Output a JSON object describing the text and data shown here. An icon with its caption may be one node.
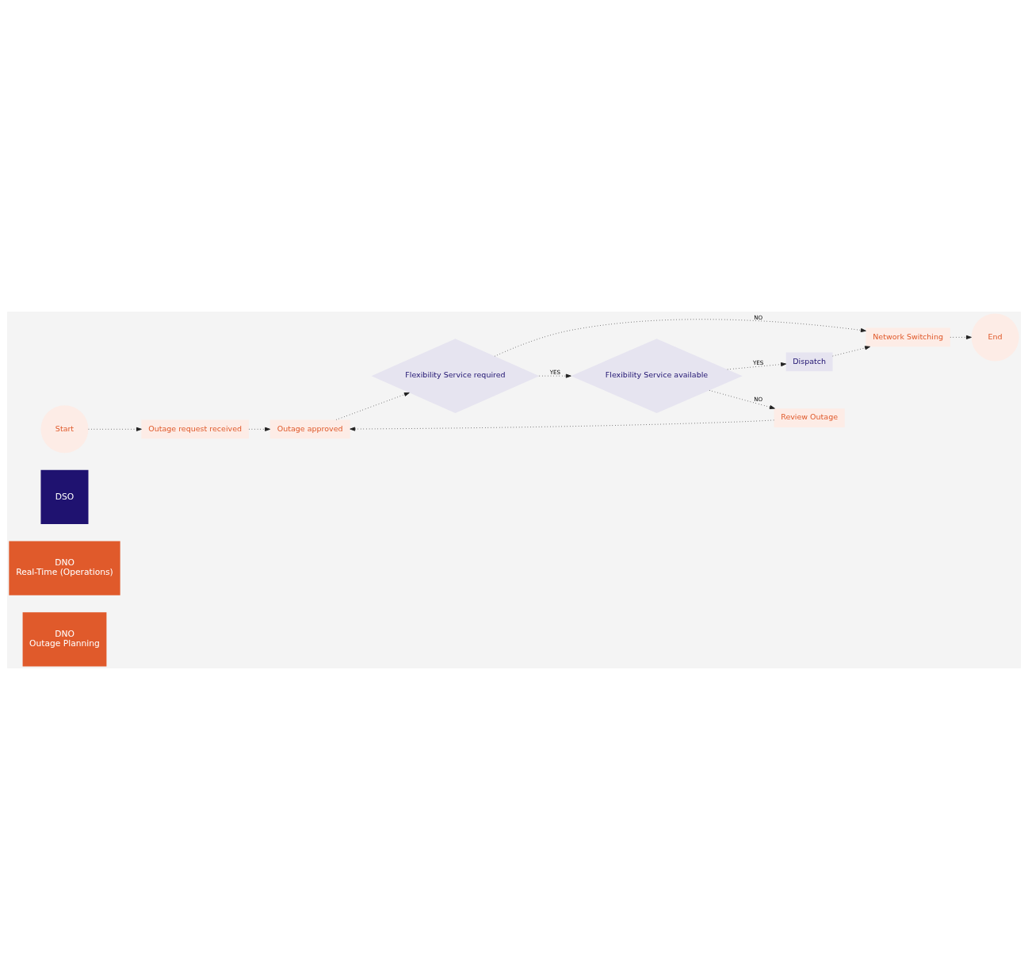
{
  "diagram": {
    "nodes": [
      {
        "text": [
          "DNO",
          "Outage Planning"
        ]
      },
      {
        "text": [
          "DNO",
          "Real-Time (Operations)"
        ]
      },
      {
        "text": [
          "DSO"
        ]
      },
      {
        "text": [
          "Start"
        ]
      },
      {
        "text": [
          "Outage request received"
        ]
      },
      {
        "text": [
          "Outage approved"
        ]
      },
      {
        "text": [
          "Review Outage"
        ]
      },
      {
        "text": [
          "Network Switching"
        ]
      },
      {
        "text": [
          "End"
        ]
      },
      {
        "text": [
          "Flexibility Service required"
        ]
      },
      {
        "text": [
          "Dispatch"
        ]
      },
      {
        "text": [
          "Flexibility Service available"
        ]
      }
    ],
    "edges": [
      {
        "from": 3,
        "to": 4,
        "arrow": "to"
      },
      {
        "from": 4,
        "to": 5,
        "arrow": "to"
      },
      {
        "from": 6,
        "to": 5,
        "arrow": "to"
      },
      {
        "from": 5,
        "to": 9,
        "arrow": "to"
      },
      {
        "from": 9,
        "to": 7,
        "arrow": "to",
        "label": "NO"
      },
      {
        "from": 9,
        "to": 11,
        "arrow": "to",
        "label": "YES"
      },
      {
        "from": 11,
        "to": 6,
        "arrow": "to",
        "label": "NO"
      },
      {
        "from": 11,
        "to": 10,
        "arrow": "to",
        "label": "YES"
      },
      {
        "from": 10,
        "to": 7,
        "arrow": "to"
      },
      {
        "from": 7,
        "to": 8,
        "arrow": "to"
      }
    ]
  }
}
